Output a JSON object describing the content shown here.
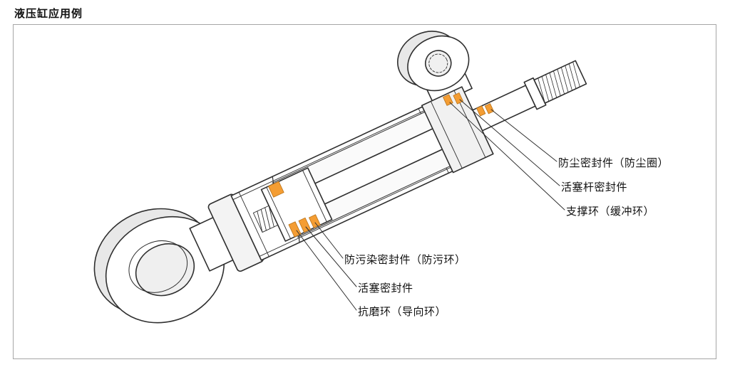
{
  "page": {
    "title": "液压缸应用例"
  },
  "callouts": [
    {
      "id": "dust-seal",
      "text": "防尘密封件（防尘圈）"
    },
    {
      "id": "piston-rod-seal",
      "text": "活塞杆密封件"
    },
    {
      "id": "support-ring",
      "text": "支撑环（缓冲环）"
    },
    {
      "id": "anti-contamination-seal",
      "text": "防污染密封件（防污环）"
    },
    {
      "id": "piston-seal",
      "text": "活塞密封件"
    },
    {
      "id": "wear-ring",
      "text": "抗磨环（导向环）"
    }
  ],
  "colors": {
    "seal_highlight": "#F49D33",
    "seal_highlight_border": "#B9731A",
    "line": "#2F2F2F",
    "frame_border": "#A6A6A6",
    "background": "#FFFFFF"
  }
}
